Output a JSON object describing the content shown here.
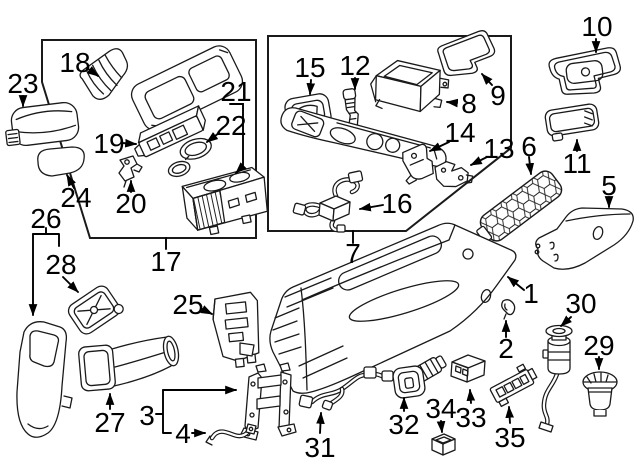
{
  "diagram": {
    "background_color": "#ffffff",
    "line_color": "#1a1a1a",
    "label_color": "#000000",
    "callouts": [
      {
        "num": "1"
      },
      {
        "num": "2"
      },
      {
        "num": "3"
      },
      {
        "num": "4"
      },
      {
        "num": "5"
      },
      {
        "num": "6"
      },
      {
        "num": "7"
      },
      {
        "num": "8"
      },
      {
        "num": "9"
      },
      {
        "num": "10"
      },
      {
        "num": "11"
      },
      {
        "num": "12"
      },
      {
        "num": "13"
      },
      {
        "num": "14"
      },
      {
        "num": "15"
      },
      {
        "num": "16"
      },
      {
        "num": "17"
      },
      {
        "num": "18"
      },
      {
        "num": "19"
      },
      {
        "num": "20"
      },
      {
        "num": "21"
      },
      {
        "num": "22"
      },
      {
        "num": "23"
      },
      {
        "num": "24"
      },
      {
        "num": "25"
      },
      {
        "num": "26"
      },
      {
        "num": "27"
      },
      {
        "num": "28"
      },
      {
        "num": "29"
      },
      {
        "num": "30"
      },
      {
        "num": "31"
      },
      {
        "num": "32"
      },
      {
        "num": "33"
      },
      {
        "num": "34"
      },
      {
        "num": "35"
      }
    ]
  }
}
